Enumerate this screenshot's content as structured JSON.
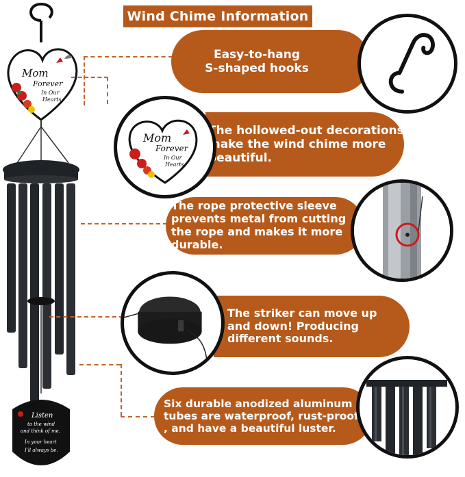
{
  "title": "Wind Chime Information",
  "features": [
    {
      "lines": [
        "Easy-to-hang",
        "S-shaped hooks"
      ]
    },
    {
      "lines": [
        "The hollowed-out decorations",
        " make the wind chime more",
        "beautiful."
      ]
    },
    {
      "lines": [
        " The rope protective sleeve",
        "prevents metal from cutting",
        "the rope and makes it more",
        " durable."
      ]
    },
    {
      "lines": [
        "The striker can move up",
        "and down! Producing",
        "different sounds."
      ]
    },
    {
      "lines": [
        "Six durable anodized aluminum",
        "tubes are waterproof, rust-proof",
        ", and have a beautiful luster."
      ]
    }
  ],
  "heart": {
    "line1": "Mom",
    "line2": "Forever",
    "line3": "In Our",
    "line4": "Hearts"
  },
  "sail": {
    "line1": "Listen",
    "line2": "to the wind",
    "line3": "and think of me.",
    "line4": "In your heart",
    "line5": "I'll always be."
  },
  "colors": {
    "accent": "#b65a1b",
    "chime": "#1f2226",
    "circle_border": "#111111"
  }
}
